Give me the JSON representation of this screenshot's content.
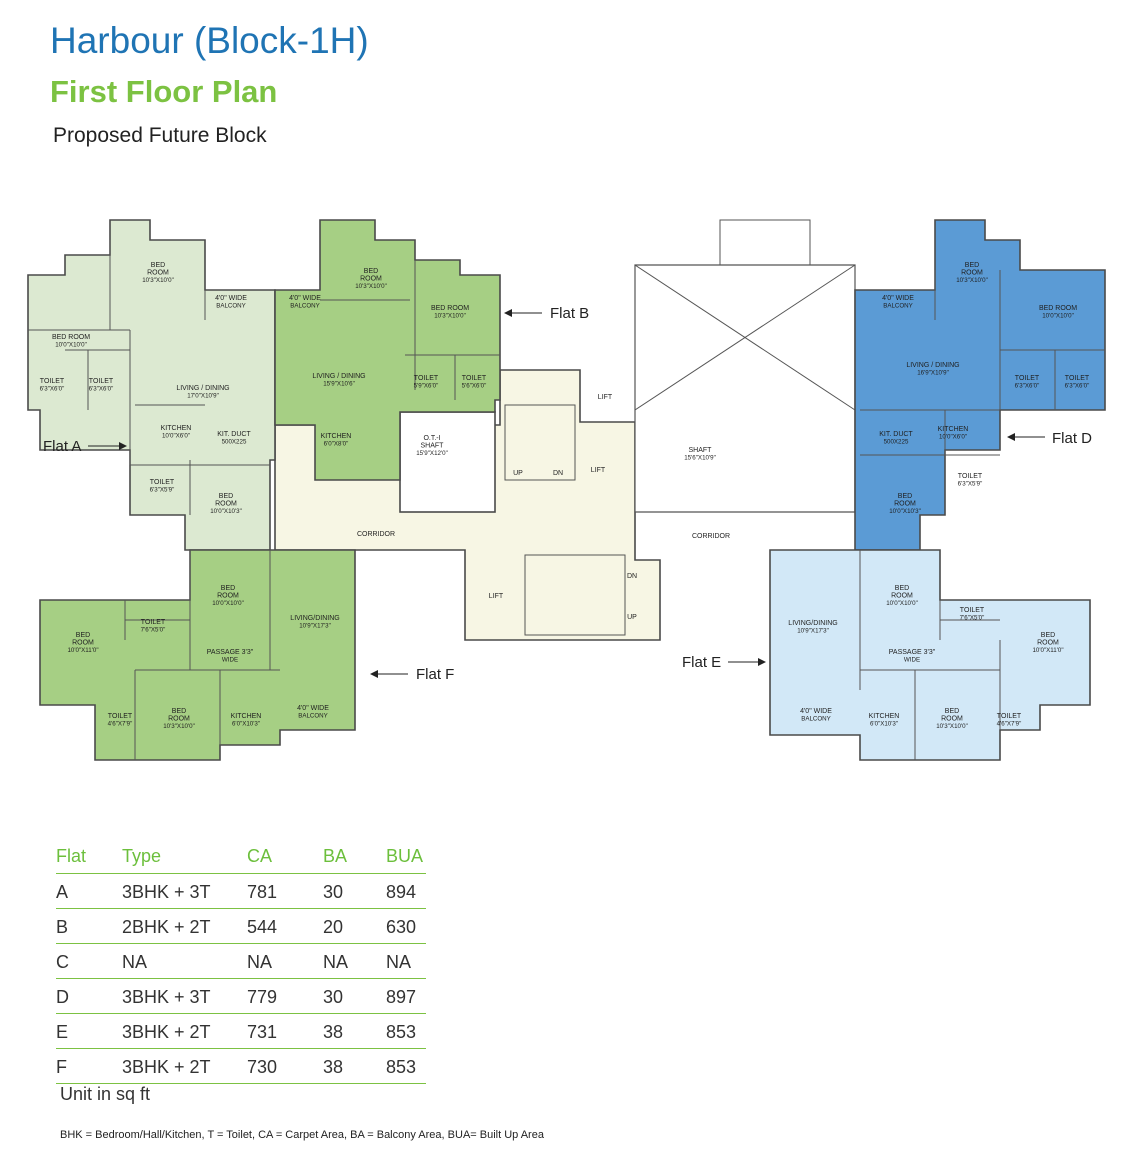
{
  "header": {
    "title": "Harbour (Block-1H)",
    "subtitle": "First Floor Plan",
    "note": "Proposed Future Block"
  },
  "colors": {
    "flat_a": "#dce9d1",
    "flat_b": "#a6cf84",
    "flat_d": "#5b9bd5",
    "flat_e": "#d2e8f7",
    "flat_f": "#a6cf84",
    "common": "#f7f6e4",
    "title": "#1f74b4",
    "accent": "#7cc242"
  },
  "flat_labels": {
    "a": "Flat A",
    "b": "Flat B",
    "d": "Flat D",
    "e": "Flat E",
    "f": "Flat F"
  },
  "rooms": {
    "a_bed1": [
      "BED",
      "ROOM",
      "10'3\"X10'0\""
    ],
    "a_balcony": [
      "4'0\" WIDE",
      "BALCONY"
    ],
    "a_bed2": [
      "BED ROOM",
      "10'0\"X10'0\""
    ],
    "a_toilet1": [
      "TOILET",
      "6'3\"X6'0\""
    ],
    "a_toilet2": [
      "TOILET",
      "6'3\"X6'0\""
    ],
    "a_living": [
      "LIVING / DINING",
      "17'0\"X10'9\""
    ],
    "a_kitchen": [
      "KITCHEN",
      "10'0\"X6'0\""
    ],
    "a_duct": [
      "KIT. DUCT",
      "500X225"
    ],
    "a_toilet3": [
      "TOILET",
      "6'3\"X5'9\""
    ],
    "a_bed3": [
      "BED",
      "ROOM",
      "10'0\"X10'3\""
    ],
    "b_balcony": [
      "4'0\" WIDE",
      "BALCONY"
    ],
    "b_bed1": [
      "BED",
      "ROOM",
      "10'3\"X10'0\""
    ],
    "b_bed2": [
      "BED ROOM",
      "10'3\"X10'0\""
    ],
    "b_living": [
      "LIVING / DINING",
      "15'9\"X10'6\""
    ],
    "b_toilet1": [
      "TOILET",
      "5'9\"X6'0\""
    ],
    "b_toilet2": [
      "TOILET",
      "5'6\"X6'0\""
    ],
    "b_kitchen": [
      "KITCHEN",
      "6'0\"X8'0\""
    ],
    "shaft1": [
      "O.T.-I",
      "SHAFT",
      "15'9\"X12'0\""
    ],
    "shaft2": [
      "SHAFT",
      "15'6\"X10'9\""
    ],
    "lift": "LIFT",
    "up": "UP",
    "dn": "DN",
    "corridor": "CORRIDOR",
    "d_bed1": [
      "BED",
      "ROOM",
      "10'3\"X10'0\""
    ],
    "d_balcony": [
      "4'0\" WIDE",
      "BALCONY"
    ],
    "d_bed2": [
      "BED ROOM",
      "10'0\"X10'0\""
    ],
    "d_living": [
      "LIVING / DINING",
      "16'9\"X10'9\""
    ],
    "d_toilet1": [
      "TOILET",
      "6'3\"X6'0\""
    ],
    "d_toilet2": [
      "TOILET",
      "6'3\"X6'0\""
    ],
    "d_duct": [
      "KIT. DUCT",
      "500X225"
    ],
    "d_kitchen": [
      "KITCHEN",
      "10'0\"X6'0\""
    ],
    "d_toilet3": [
      "TOILET",
      "6'3\"X5'9\""
    ],
    "d_bed3": [
      "BED",
      "ROOM",
      "10'0\"X10'3\""
    ],
    "e_bed1": [
      "BED",
      "ROOM",
      "10'0\"X10'0\""
    ],
    "e_living": [
      "LIVING/DINING",
      "10'9\"X17'3\""
    ],
    "e_toilet1": [
      "TOILET",
      "7'6\"X5'0\""
    ],
    "e_bed2": [
      "BED",
      "ROOM",
      "10'0\"X11'0\""
    ],
    "e_passage": [
      "PASSAGE 3'3\"",
      "WIDE"
    ],
    "e_balcony": [
      "4'0\" WIDE",
      "BALCONY"
    ],
    "e_kitchen": [
      "KITCHEN",
      "6'0\"X10'3\""
    ],
    "e_bed3": [
      "BED",
      "ROOM",
      "10'3\"X10'0\""
    ],
    "e_toilet2": [
      "TOILET",
      "4'6\"X7'9\""
    ],
    "f_bed1": [
      "BED",
      "ROOM",
      "10'0\"X10'0\""
    ],
    "f_living": [
      "LIVING/DINING",
      "10'9\"X17'3\""
    ],
    "f_toilet1": [
      "TOILET",
      "7'6\"X5'0\""
    ],
    "f_bed2": [
      "BED",
      "ROOM",
      "10'0\"X11'0\""
    ],
    "f_passage": [
      "PASSAGE 3'3\"",
      "WIDE"
    ],
    "f_toilet2": [
      "TOILET",
      "4'6\"X7'9\""
    ],
    "f_bed3": [
      "BED",
      "ROOM",
      "10'3\"X10'0\""
    ],
    "f_kitchen": [
      "KITCHEN",
      "6'0\"X10'3\""
    ],
    "f_balcony": [
      "4'0\" WIDE",
      "BALCONY"
    ]
  },
  "table": {
    "headers": [
      "Flat",
      "Type",
      "CA",
      "BA",
      "BUA"
    ],
    "rows": [
      [
        "A",
        "3BHK + 3T",
        "781",
        "30",
        "894"
      ],
      [
        "B",
        "2BHK + 2T",
        "544",
        "20",
        "630"
      ],
      [
        "C",
        "NA",
        "NA",
        "NA",
        "NA"
      ],
      [
        "D",
        "3BHK + 3T",
        "779",
        "30",
        "897"
      ],
      [
        "E",
        "3BHK + 2T",
        "731",
        "38",
        "853"
      ],
      [
        "F",
        "3BHK + 2T",
        "730",
        "38",
        "853"
      ]
    ],
    "unit_note": "Unit in sq ft"
  },
  "legend": "BHK = Bedroom/Hall/Kitchen, T = Toilet, CA = Carpet Area, BA = Balcony Area, BUA= Built Up Area"
}
